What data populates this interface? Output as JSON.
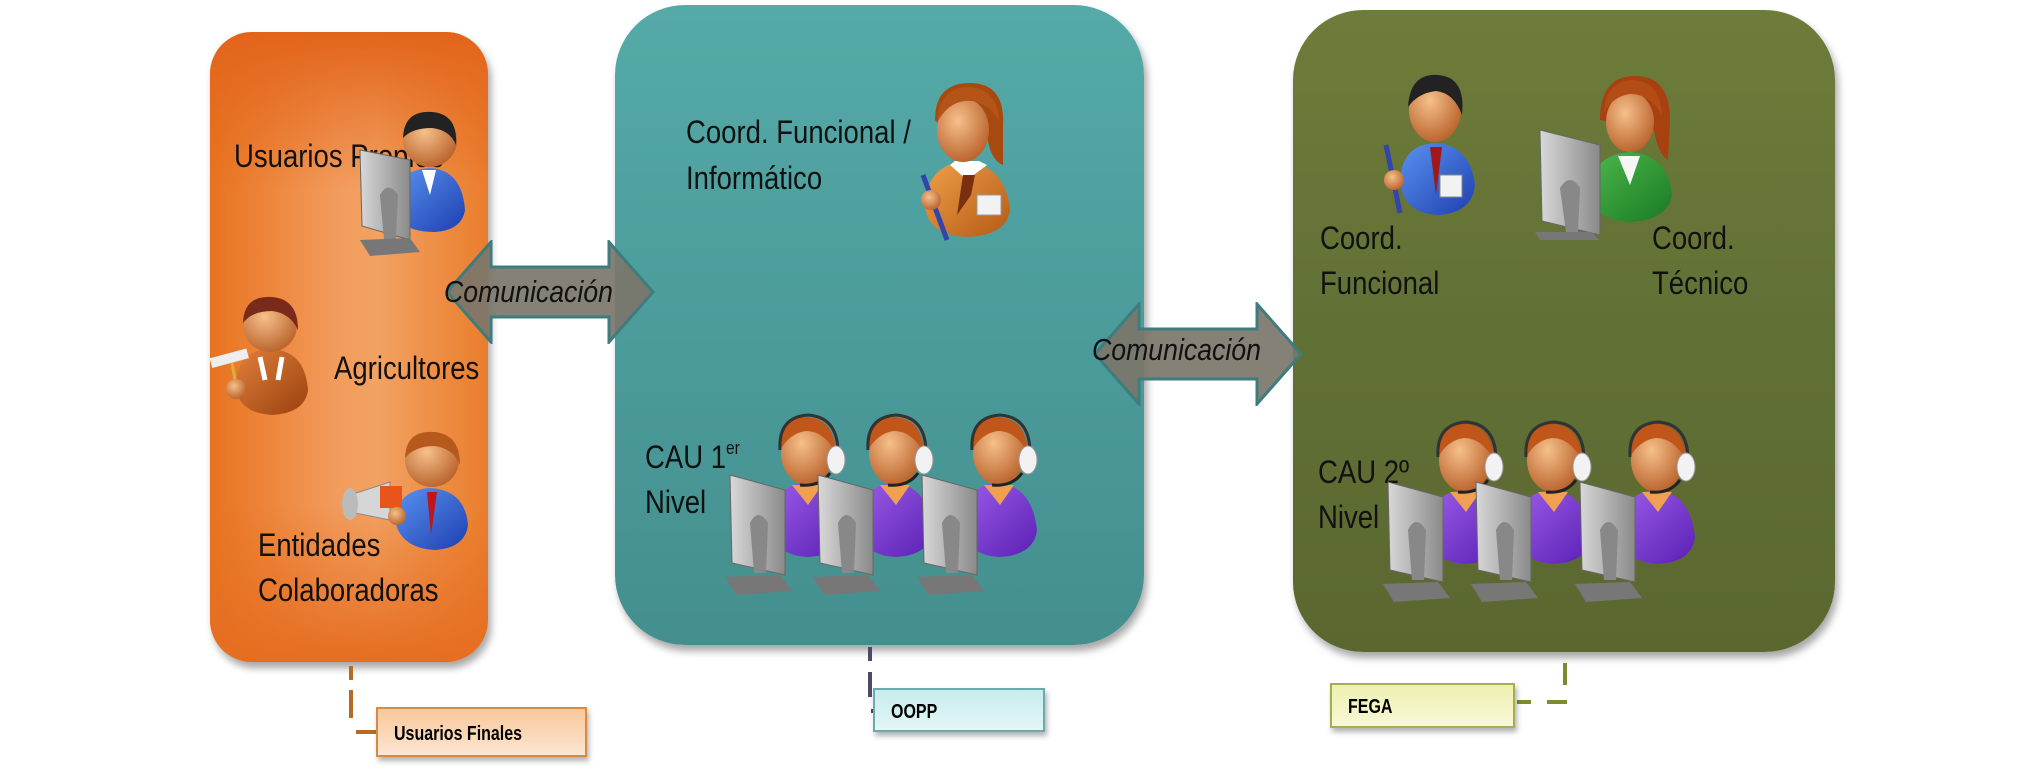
{
  "groups": {
    "users": {
      "tag": "Usuarios Finales",
      "roles": {
        "own_users": "Usuarios Propios",
        "farmers": "Agricultores",
        "entities_line1": "Entidades",
        "entities_line2": "Colaboradoras"
      }
    },
    "oopp": {
      "tag": "OOPP",
      "roles": {
        "coord_line1": "Coord. Funcional /",
        "coord_line2": "Informático",
        "cau_prefix": "CAU 1",
        "cau_sup": "er",
        "cau_line2": "Nivel"
      }
    },
    "fega": {
      "tag": "FEGA",
      "roles": {
        "func_line1": "Coord.",
        "func_line2": "Funcional",
        "tech_line1": "Coord.",
        "tech_line2": "Técnico",
        "cau_line1": "CAU 2º",
        "cau_line2": "Nivel"
      }
    }
  },
  "arrows": [
    {
      "label": "Comunicación",
      "from": "Usuarios Finales",
      "to": "OOPP"
    },
    {
      "label": "Comunicación",
      "from": "OOPP",
      "to": "FEGA"
    }
  ],
  "colors": {
    "users": "#ec8332",
    "oopp": "#4b9c9b",
    "fega": "#617035",
    "arrow": "#7b766a"
  }
}
